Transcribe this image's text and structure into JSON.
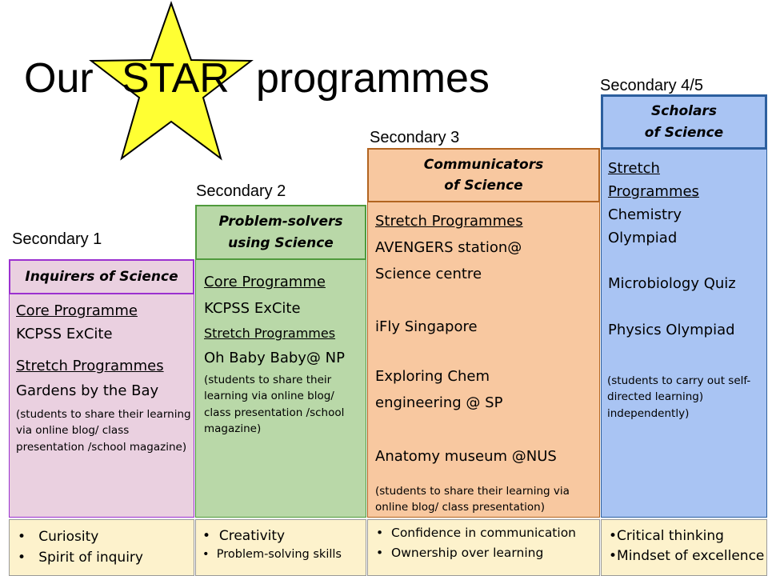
{
  "title": {
    "before": "Our",
    "highlight": "STAR",
    "after": "programmes"
  },
  "colors": {
    "star_fill": "#ffff33",
    "sec1_fill": "#ead0e0",
    "sec1_border": "#9b30d0",
    "sec2_fill": "#b9d8a8",
    "sec2_border": "#4f9a3c",
    "sec3_fill": "#f8c8a0",
    "sec3_border": "#b26420",
    "sec45_fill": "#a9c4f3",
    "sec45_border": "#2c5f9e",
    "footer_fill": "#fdf2cc"
  },
  "columns": [
    {
      "level": "Secondary 1",
      "heading": "Inquirers of Science",
      "core_label": "Core Programme",
      "core_item": "KCPSS ExCite",
      "stretch_label": "Stretch Programmes",
      "stretch_item": "Gardens by the Bay",
      "note": "(students to share their learning via online blog/ class presentation /school magazine)",
      "values": [
        "Curiosity",
        "Spirit of inquiry"
      ]
    },
    {
      "level": "Secondary 2",
      "heading_line1": "Problem-solvers",
      "heading_line2": "using Science",
      "core_label": "Core Programme",
      "core_item": "KCPSS ExCite",
      "stretch_label": "Stretch Programmes",
      "stretch_item": "Oh Baby Baby@ NP",
      "note": "(students to share their learning via online blog/ class presentation /school magazine)",
      "values": [
        "Creativity",
        "Problem-solving skills"
      ]
    },
    {
      "level": "Secondary 3",
      "heading_line1": "Communicators",
      "heading_line2": "of Science",
      "stretch_label": "Stretch Programmes",
      "items": [
        "AVENGERS station@",
        "Science centre",
        "iFly Singapore",
        "Exploring Chem",
        "engineering @ SP",
        "Anatomy museum @NUS"
      ],
      "note": "(students to share their learning via online blog/ class presentation)",
      "values": [
        "Confidence in communication",
        "Ownership over learning"
      ]
    },
    {
      "level": "Secondary 4/5",
      "heading_line1": "Scholars",
      "heading_line2": "of Science",
      "stretch_label_line1": "Stretch",
      "stretch_label_line2": "Programmes",
      "items": [
        "Chemistry",
        "Olympiad",
        "Microbiology Quiz",
        "Physics Olympiad"
      ],
      "note": "(students to carry out self-directed learning) independently)",
      "values": [
        "Critical thinking",
        "Mindset of excellence"
      ]
    }
  ]
}
